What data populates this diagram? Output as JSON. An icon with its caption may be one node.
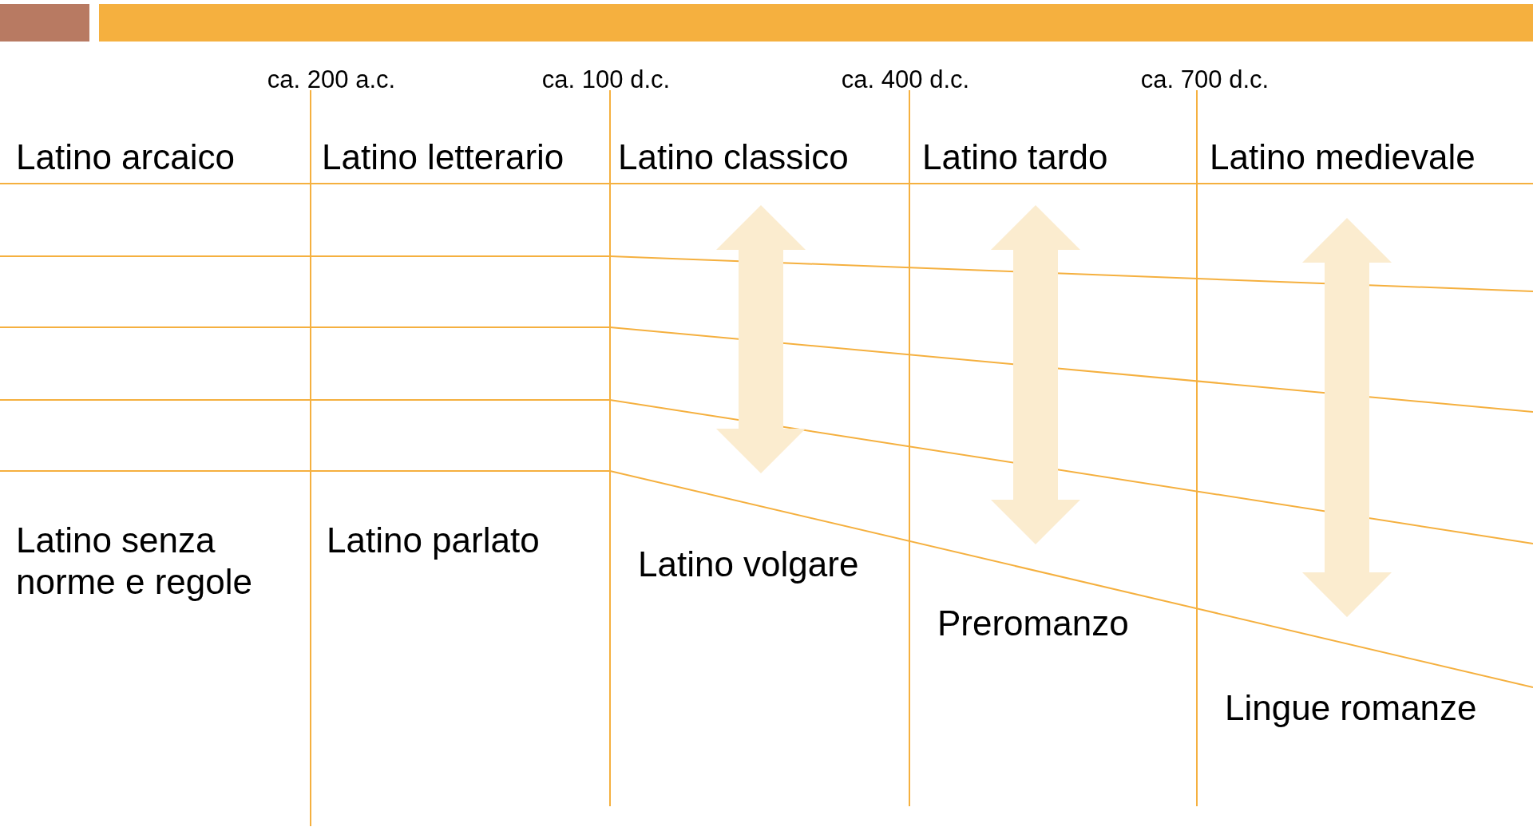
{
  "diagram": {
    "labels": [
      "ca. 200 a.c.",
      "ca. 100 d.c.",
      "ca. 400 d.c.",
      "ca. 700 d.c.",
      "Latino arcaico",
      "Latino letterario",
      "Latino classico",
      "Latino tardo",
      "Latino medievale",
      "Latino senza norme e regole",
      "Latino parlato",
      "Latino volgare",
      "Preromanzo",
      "Lingue romanze"
    ]
  }
}
